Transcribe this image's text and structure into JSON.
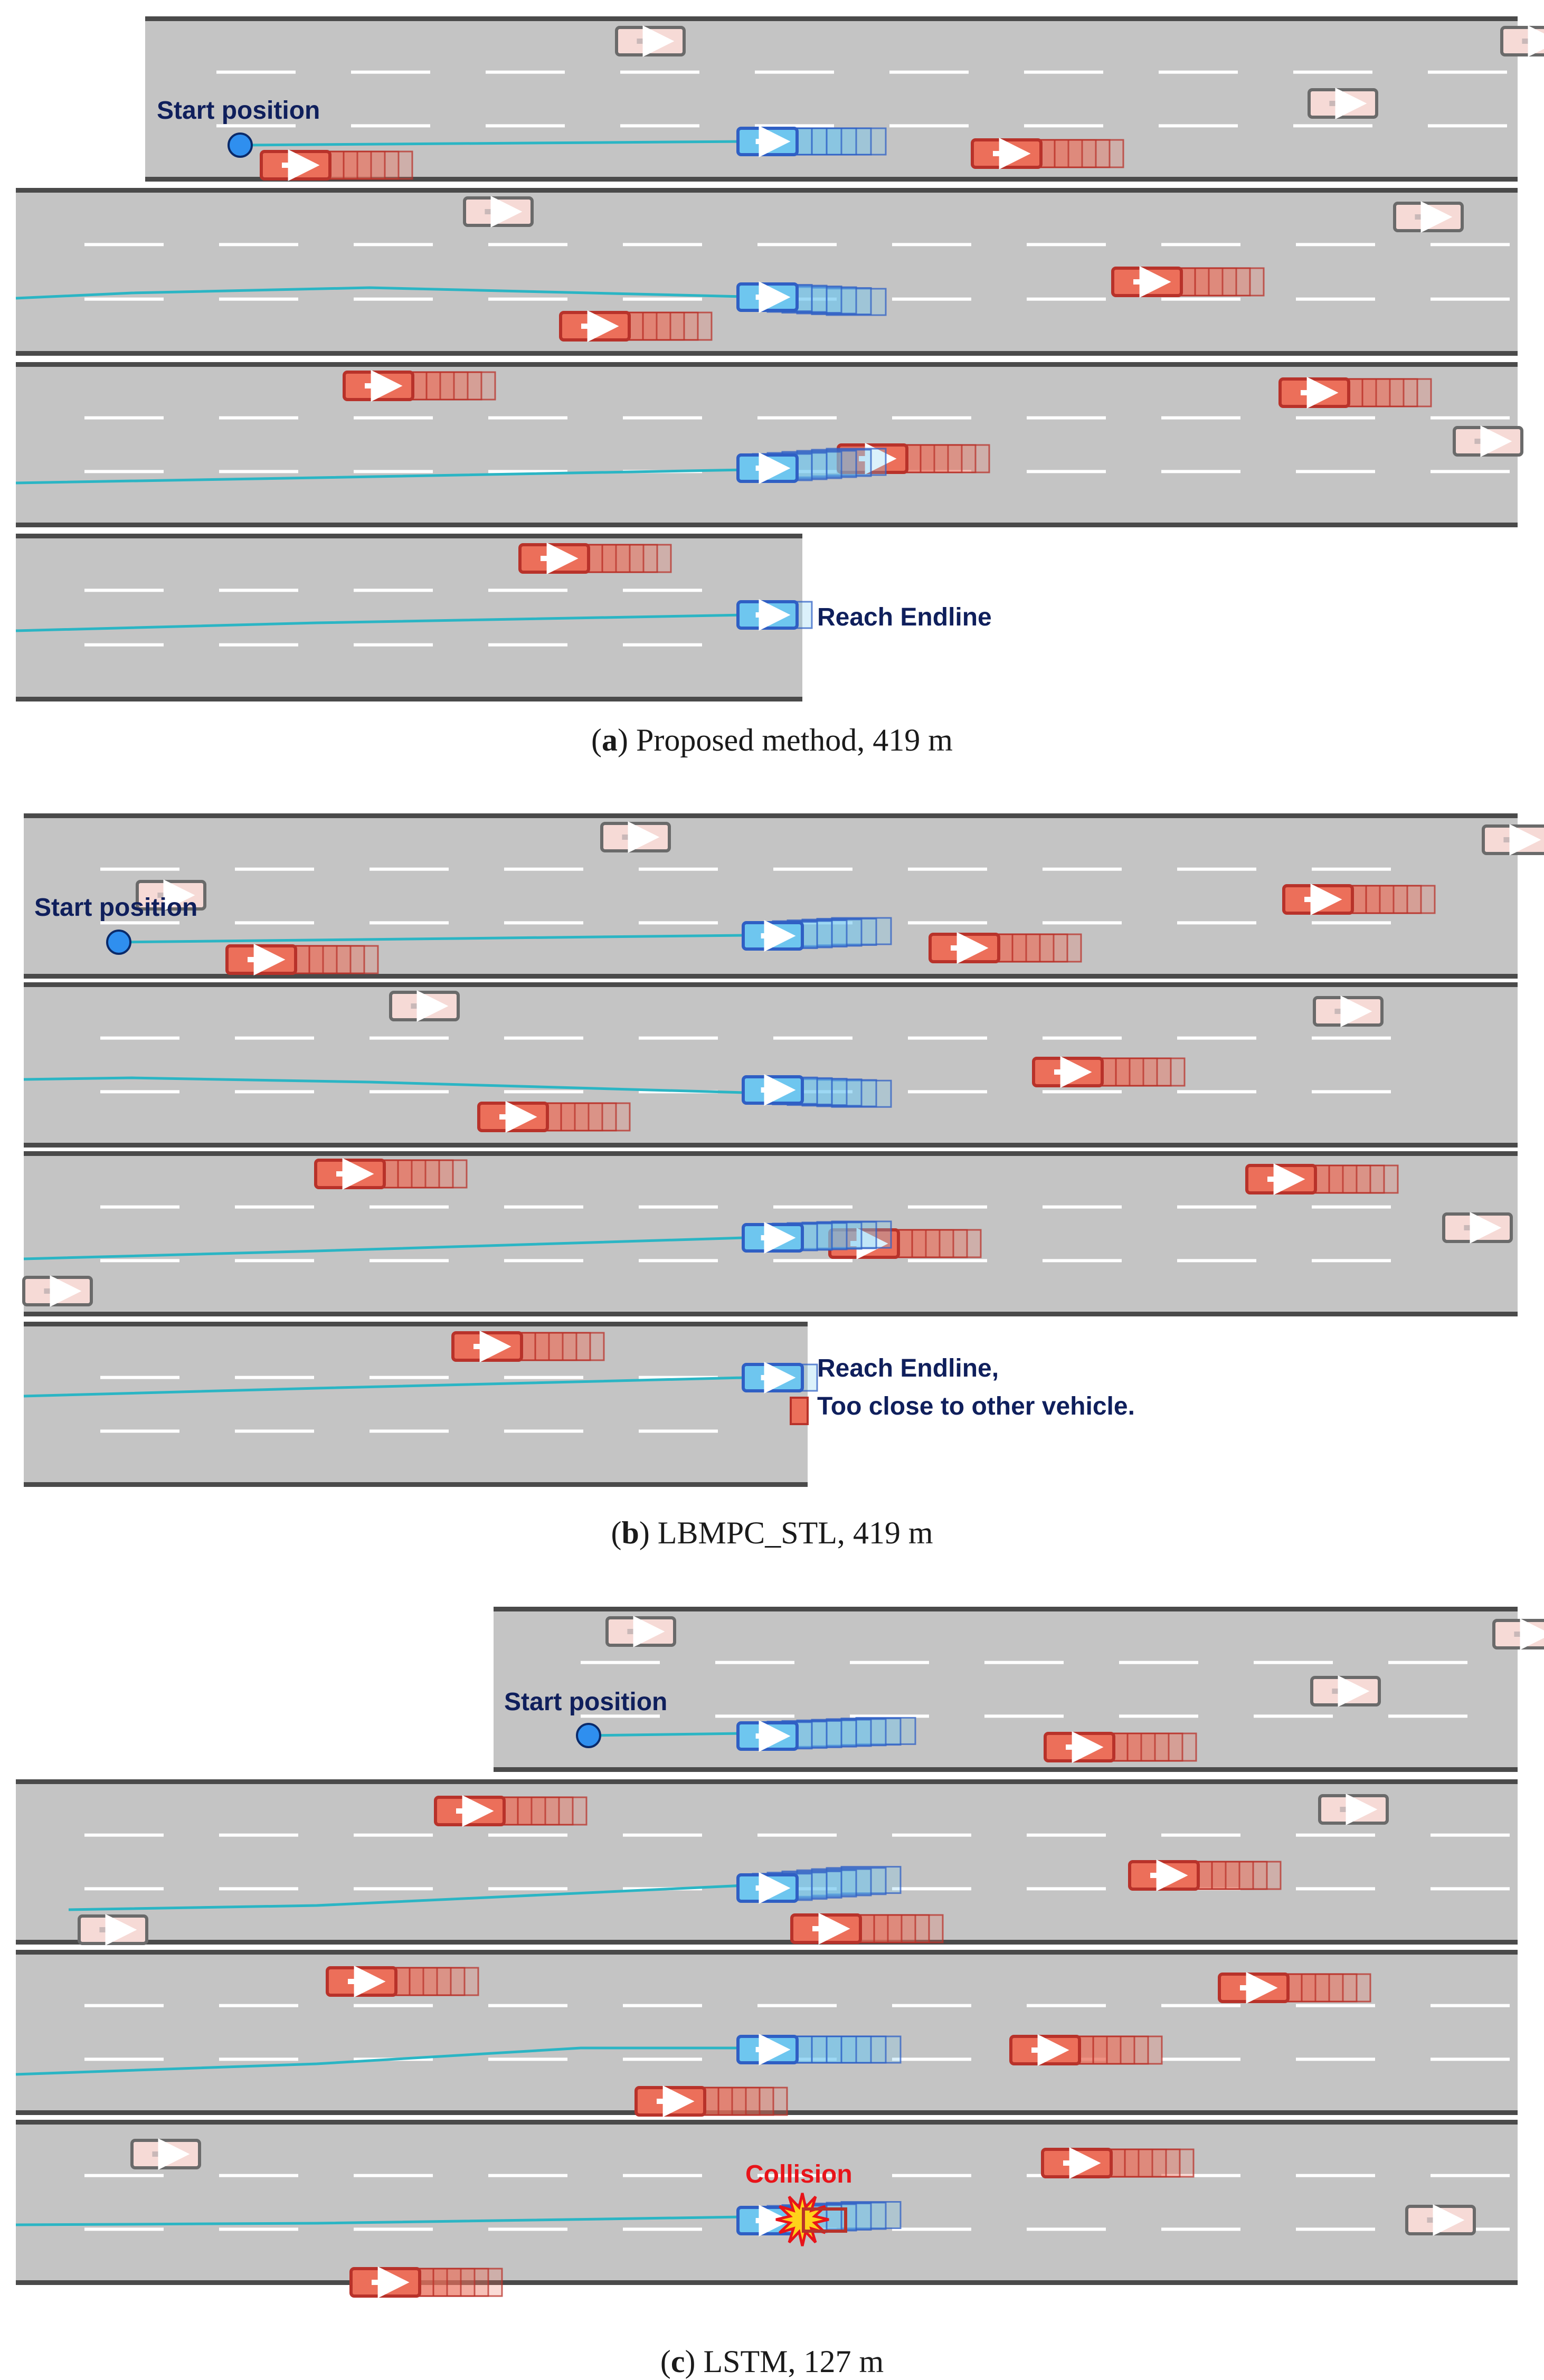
{
  "panels": [
    {
      "id": "a",
      "caption_letter": "a",
      "caption_text": " Proposed method, 419 m",
      "start_label": "Start position",
      "end_lines": [
        "Reach Endline"
      ]
    },
    {
      "id": "b",
      "caption_letter": "b",
      "caption_text": " LBMPC_STL, 419 m",
      "start_label": "Start position",
      "end_lines": [
        "Reach Endline,",
        "Too close to other vehicle."
      ]
    },
    {
      "id": "c",
      "caption_letter": "c",
      "caption_text": " LSTM, 127 m",
      "start_label": "Start position",
      "collision_label": "Collision"
    }
  ],
  "colors": {
    "road": "#c4c4c4",
    "road_edge": "#4a4a4a",
    "ego_fill": "#6ec6ef",
    "ego_stroke": "#2f5fc4",
    "npc_fill": "#ec6f5a",
    "npc_stroke": "#b8322a",
    "far_fill": "#f6dad6",
    "far_stroke": "#6a6a6a",
    "path": "#2bb5c4",
    "start_dot": "#2f8fef",
    "label": "#0f1f5c",
    "collision": "#e8141a"
  }
}
